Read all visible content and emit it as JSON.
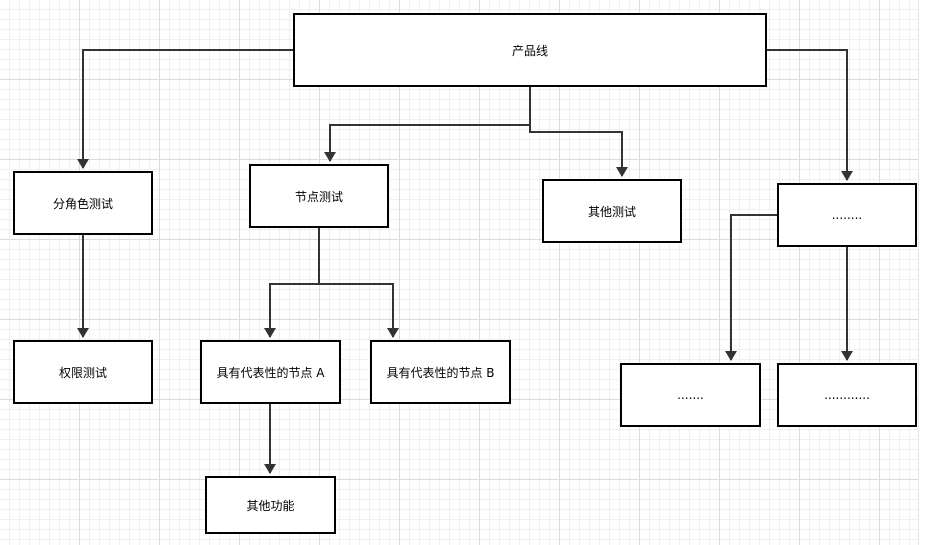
{
  "diagram": {
    "nodes": {
      "product_line": "产品线",
      "role_test": "分角色测试",
      "node_test": "节点测试",
      "other_test": "其他测试",
      "ellipsis_top": "........",
      "permission_test": "权限测试",
      "node_a": "具有代表性的节点 A",
      "node_b": "具有代表性的节点 B",
      "ellipsis_left": ".......",
      "ellipsis_right": "............",
      "other_function": "其他功能"
    },
    "edges": [
      {
        "from": "product_line",
        "to": "role_test"
      },
      {
        "from": "product_line",
        "to": "node_test"
      },
      {
        "from": "product_line",
        "to": "other_test"
      },
      {
        "from": "product_line",
        "to": "ellipsis_top"
      },
      {
        "from": "role_test",
        "to": "permission_test"
      },
      {
        "from": "node_test",
        "to": "node_a"
      },
      {
        "from": "node_test",
        "to": "node_b"
      },
      {
        "from": "node_a",
        "to": "other_function"
      },
      {
        "from": "ellipsis_top",
        "to": "ellipsis_left"
      },
      {
        "from": "ellipsis_top",
        "to": "ellipsis_right"
      }
    ]
  }
}
